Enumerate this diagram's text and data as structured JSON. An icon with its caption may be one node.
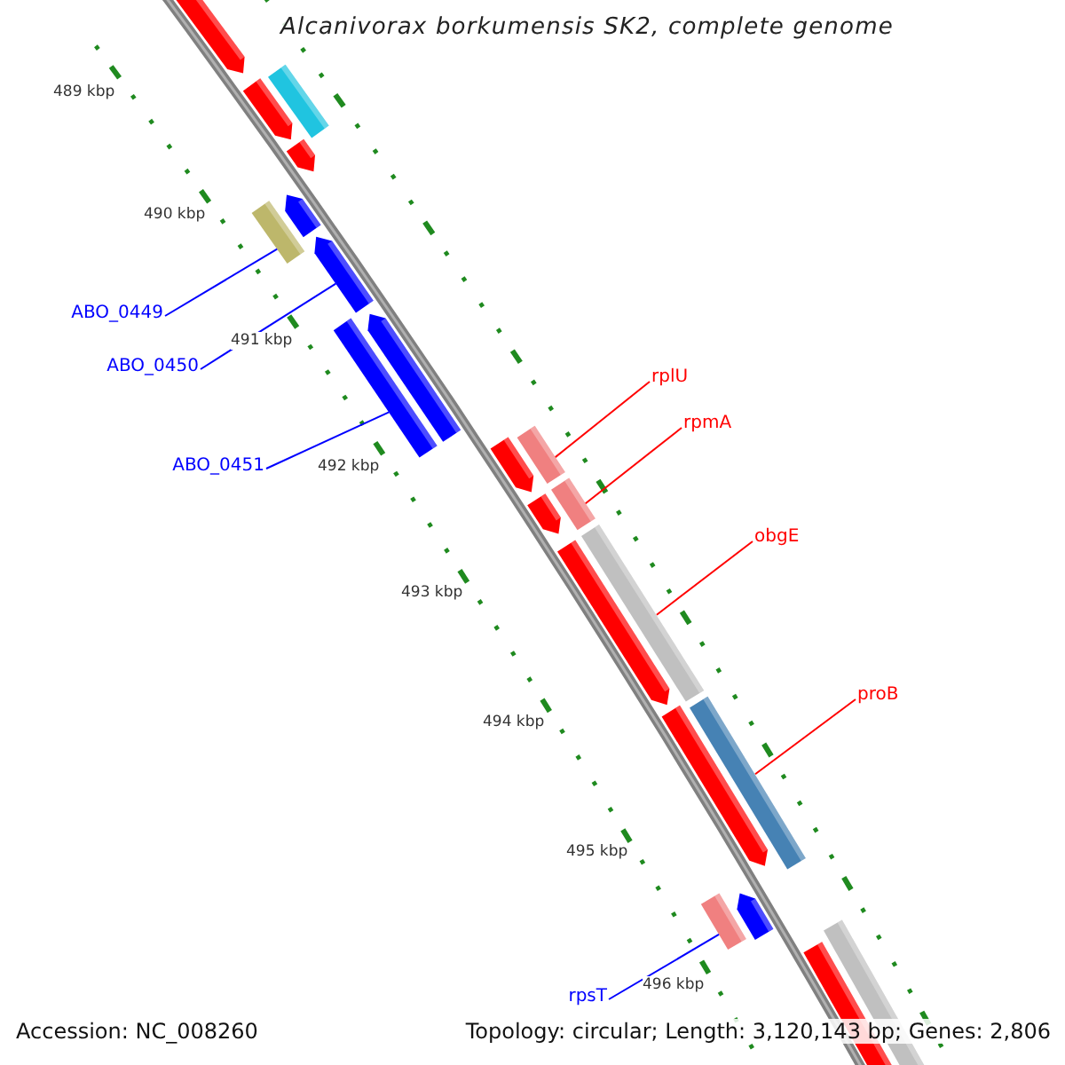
{
  "diagram": {
    "title": "Alcanivorax borkumensis SK2, complete genome",
    "nodes": [
      {
        "text": [
          "ABO_0449"
        ]
      },
      {
        "text": [],
        "shape": "bar"
      },
      {
        "text": [
          "ABO_0450"
        ]
      },
      {
        "text": [],
        "shape": "box"
      },
      {
        "text": [
          "ABO_0451"
        ]
      },
      {
        "text": [],
        "shape": "bar"
      },
      {
        "text": [
          "rplU"
        ]
      },
      {
        "text": [],
        "shape": "bar"
      },
      {
        "text": [
          "rpmA"
        ]
      },
      {
        "text": [],
        "shape": "bar"
      },
      {
        "text": [
          "obgE"
        ]
      },
      {
        "text": [],
        "shape": "bar"
      },
      {
        "text": [
          "proB"
        ]
      },
      {
        "text": [],
        "shape": "bar"
      },
      {
        "text": [
          "rpsT"
        ]
      },
      {
        "text": [],
        "shape": "bar"
      }
    ],
    "edges": [
      {
        "from": 0,
        "to": 1,
        "arrow": "none",
        "color": "#0000ff"
      },
      {
        "from": 2,
        "to": 3,
        "arrow": "none",
        "color": "#0000ff"
      },
      {
        "from": 4,
        "to": 5,
        "arrow": "none",
        "color": "#0000ff"
      },
      {
        "from": 6,
        "to": 7,
        "arrow": "none",
        "color": "#ff0000"
      },
      {
        "from": 8,
        "to": 9,
        "arrow": "none",
        "color": "#ff0000"
      },
      {
        "from": 10,
        "to": 11,
        "arrow": "none",
        "color": "#ff0000"
      },
      {
        "from": 12,
        "to": 13,
        "arrow": "none",
        "color": "#ff0000"
      },
      {
        "from": 14,
        "to": 15,
        "arrow": "none",
        "color": "#0000ff"
      }
    ],
    "labels": [
      "489 kbp",
      "490 kbp",
      "491 kbp",
      "492 kbp",
      "493 kbp",
      "494 kbp",
      "495 kbp",
      "496 kbp",
      "Accession: NC_008260",
      "Topology: circular; Length: 3,120,143 bp; Genes: 2,806"
    ]
  }
}
